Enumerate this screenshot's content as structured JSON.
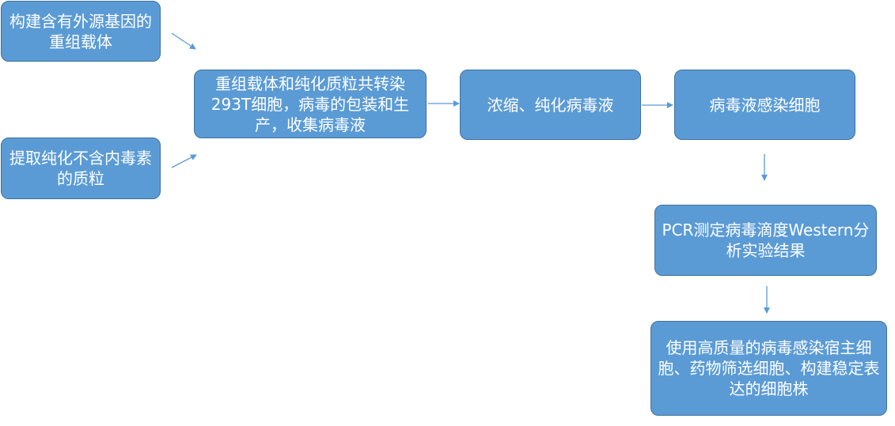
{
  "nodes": {
    "vector": "构建含有外源基因的重组载体",
    "plasmid": "提取纯化不含内毒素的质粒",
    "transfect": "重组载体和纯化质粒共转染293T细胞，病毒的包装和生产，收集病毒液",
    "concentrate": "浓缩、纯化病毒液",
    "infect": "病毒液感染细胞",
    "detect": "PCR测定病毒滴度Western分析实验结果",
    "apply": "使用高质量的病毒感染宿主细胞、药物筛选细胞、构建稳定表达的细胞株"
  },
  "colors": {
    "box_fill": "#5b9bd5",
    "box_border": "#41719c",
    "arrow": "#5b9bd5",
    "text": "#ffffff"
  }
}
